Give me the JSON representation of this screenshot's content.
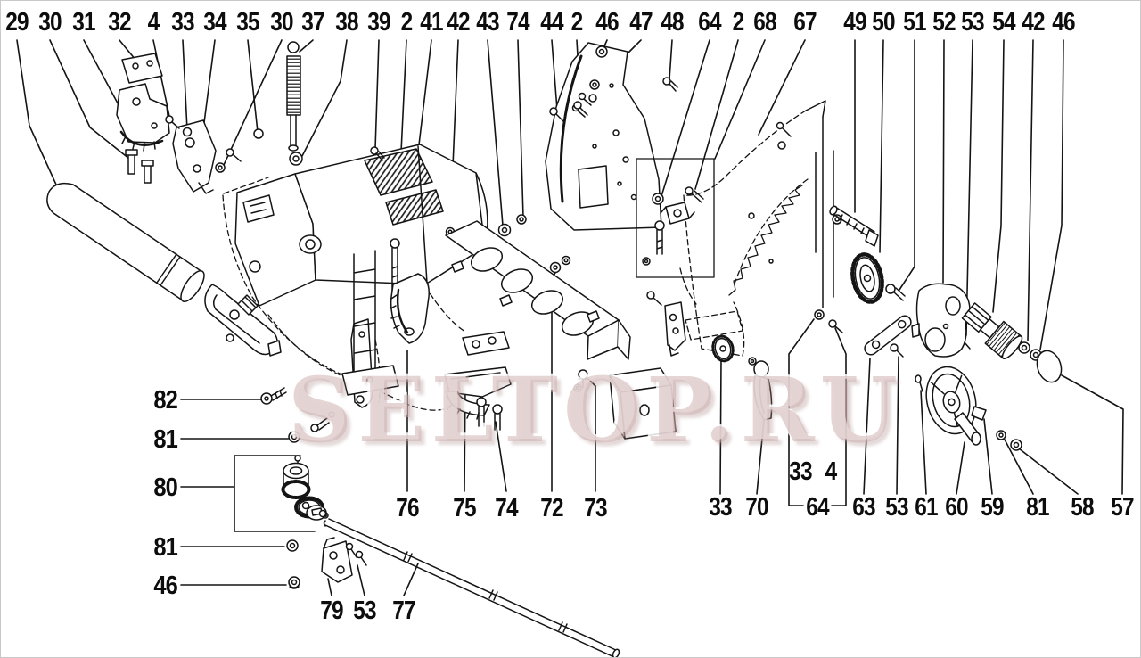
{
  "watermark": "SELTOP.RU",
  "callouts": {
    "top": [
      "29",
      "30",
      "31",
      "32",
      "4",
      "33",
      "34",
      "35",
      "30",
      "37",
      "38",
      "39",
      "2",
      "41",
      "42",
      "43",
      "74",
      "44",
      "2",
      "46",
      "47",
      "48",
      "64",
      "2",
      "68",
      "67",
      "49",
      "50",
      "51",
      "52",
      "53",
      "54",
      "42",
      "46"
    ],
    "left": [
      "82",
      "81",
      "80",
      "81",
      "46"
    ],
    "bottom_left": [
      "79",
      "53",
      "77"
    ],
    "bottom_mid": [
      "76",
      "75",
      "74",
      "72",
      "73"
    ],
    "bottom_right": [
      "33",
      "70",
      "64",
      "63",
      "53",
      "61",
      "60",
      "59",
      "81",
      "58",
      "57"
    ],
    "inset": [
      "33",
      "4"
    ]
  }
}
